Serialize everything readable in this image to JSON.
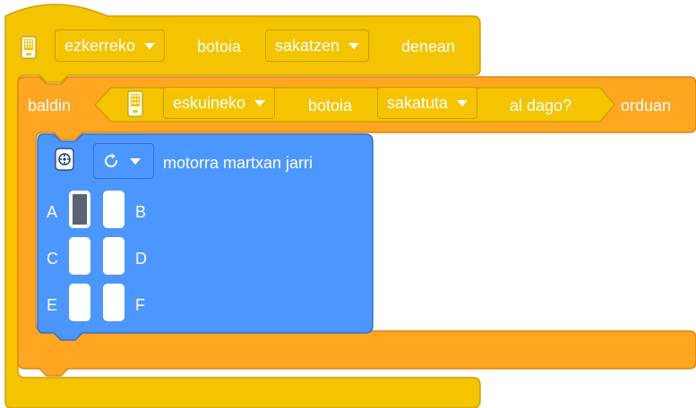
{
  "colors": {
    "hat_block": "#f5c400",
    "control_block": "#ffa621",
    "motor_block": "#4c97ff",
    "port_active": "#5a6474"
  },
  "hat": {
    "device_icon": "hub-button-icon",
    "button_select": "ezkerreko",
    "text_button": "botoia",
    "action_select": "sakatzen",
    "text_when": "denean"
  },
  "if_block": {
    "label_if": "baldin",
    "condition": {
      "device_icon": "hub-button-icon",
      "button_select": "eskuineko",
      "text_button": "botoia",
      "state_select": "sakatuta",
      "text_question": "al dago?"
    },
    "label_then": "orduan"
  },
  "motor_block": {
    "device_icon": "motor-icon",
    "direction_icon": "clockwise-arrow-icon",
    "label": "motorra martxan jarri",
    "ports": [
      {
        "letter": "A",
        "active": true
      },
      {
        "letter": "B",
        "active": false
      },
      {
        "letter": "C",
        "active": false
      },
      {
        "letter": "D",
        "active": false
      },
      {
        "letter": "E",
        "active": false
      },
      {
        "letter": "F",
        "active": false
      }
    ]
  }
}
